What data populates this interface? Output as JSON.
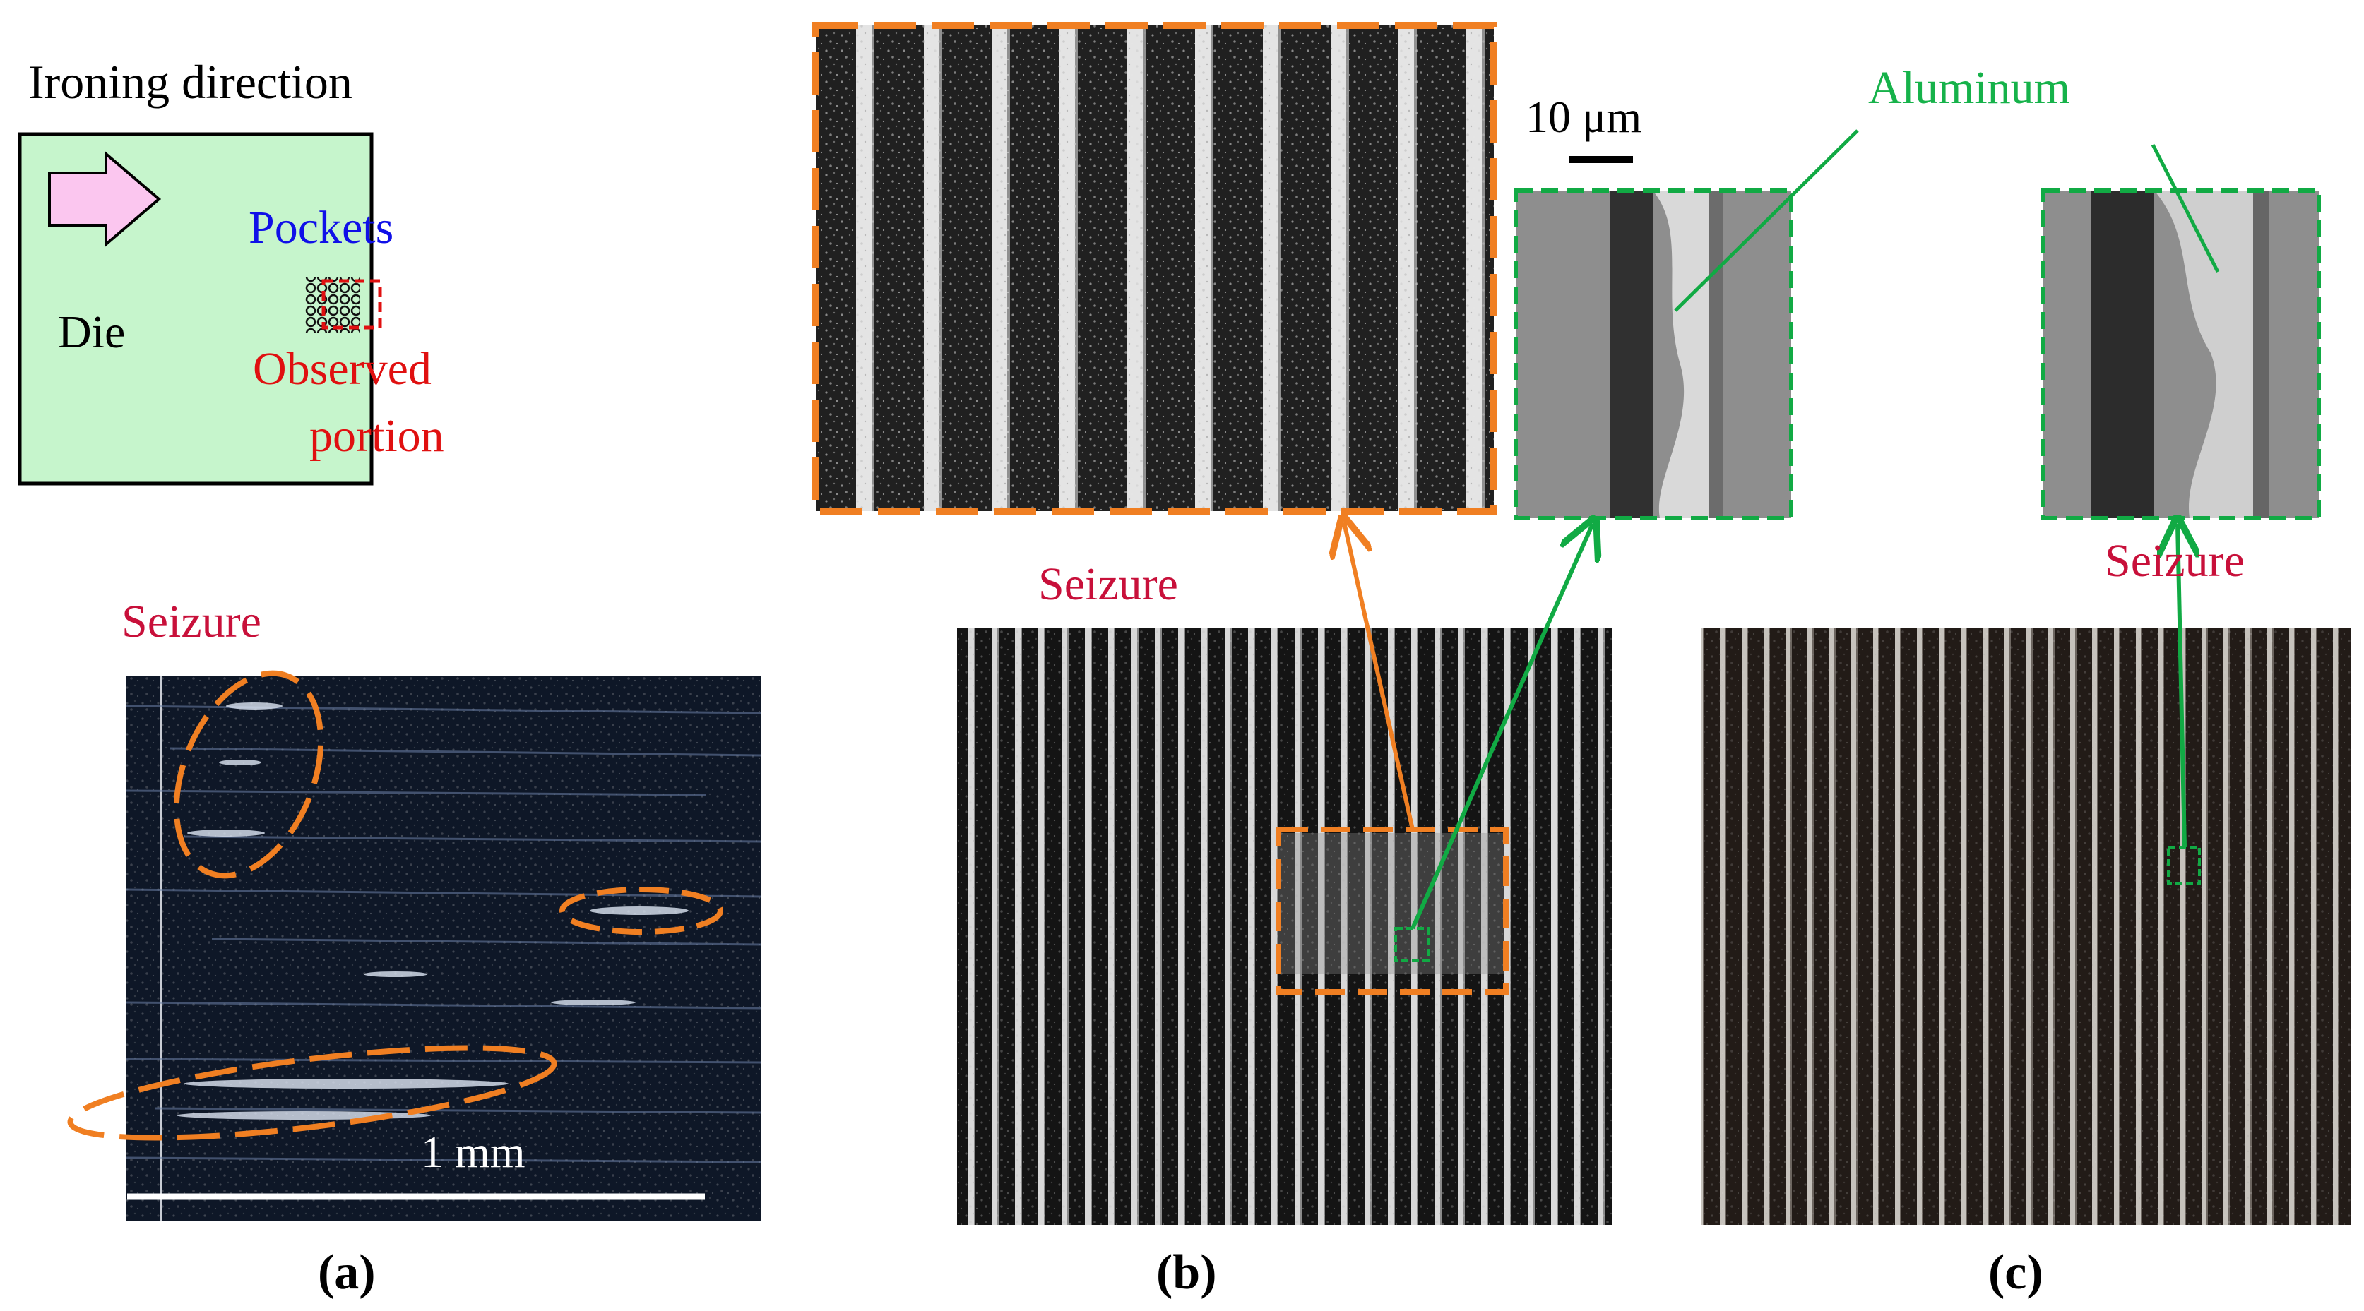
{
  "schematic": {
    "title": "Ironing direction",
    "die_label": "Die",
    "pockets_label": "Pockets",
    "observed_line1": "Observed",
    "observed_line2": "portion"
  },
  "panel_a": {
    "seizure_label": "Seizure",
    "scale_label": "1 mm",
    "caption": "(a)"
  },
  "panel_b": {
    "seizure_label": "Seizure",
    "caption": "(b)"
  },
  "panel_c": {
    "seizure_label": "Seizure",
    "caption": "(c)"
  },
  "zoom": {
    "scale_label": "10 μm",
    "aluminum_label": "Aluminum"
  },
  "colors": {
    "die_fill": "#c6f5cc",
    "arrow_fill": "#fbc6ef",
    "pockets": "#1010e8",
    "observed": "#e01010",
    "seizure": "#c8103a",
    "orange": "#f07f22",
    "green": "#11aa44",
    "aluminum": "#16b24a"
  }
}
